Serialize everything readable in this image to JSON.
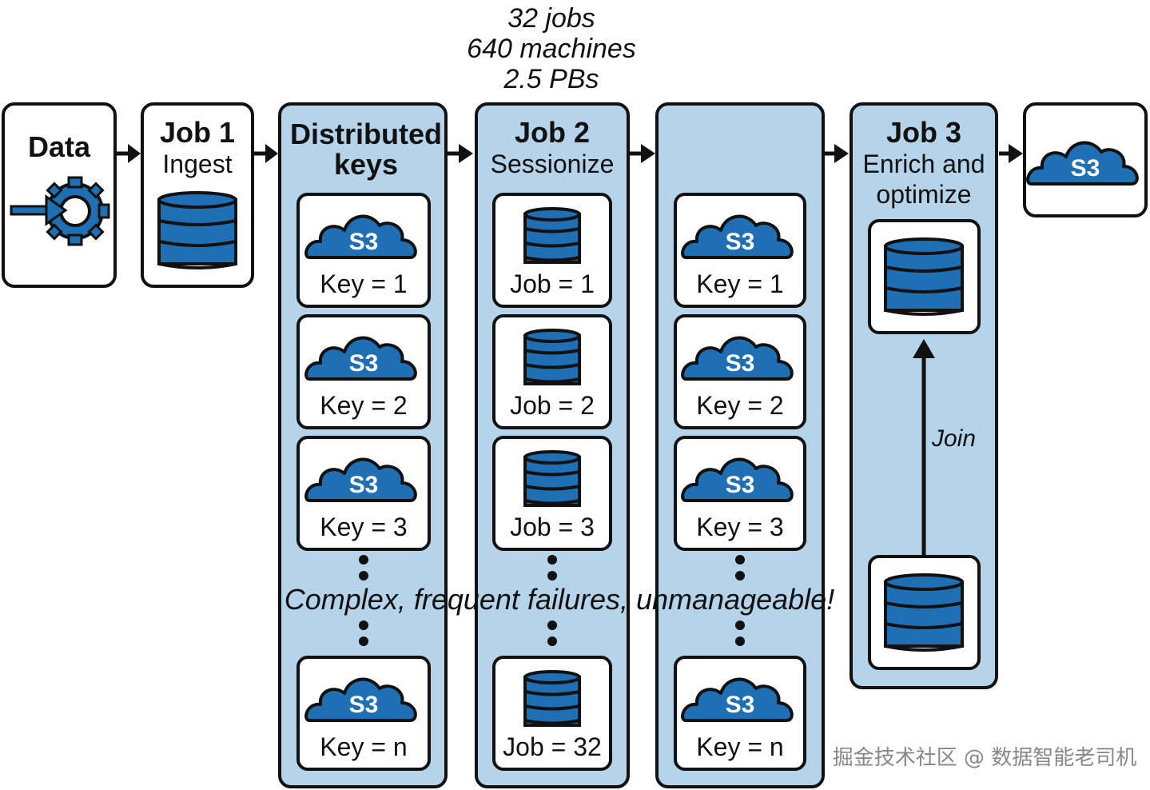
{
  "stats": {
    "jobs": "32 jobs",
    "machines": "640 machines",
    "size": "2.5 PBs"
  },
  "data_box": {
    "label": "Data"
  },
  "job1": {
    "title": "Job 1",
    "subtitle": "Ingest"
  },
  "distributed_keys": {
    "title_line1": "Distributed",
    "title_line2": "keys",
    "items": [
      {
        "s3": "S3",
        "label": "Key = 1"
      },
      {
        "s3": "S3",
        "label": "Key = 2"
      },
      {
        "s3": "S3",
        "label": "Key = 3"
      },
      {
        "s3": "S3",
        "label": "Key = n"
      }
    ]
  },
  "job2": {
    "title": "Job 2",
    "subtitle": "Sessionize",
    "items": [
      {
        "label": "Job = 1"
      },
      {
        "label": "Job = 2"
      },
      {
        "label": "Job = 3"
      },
      {
        "label": "Job = 32"
      }
    ]
  },
  "output_keys": {
    "items": [
      {
        "s3": "S3",
        "label": "Key = 1"
      },
      {
        "s3": "S3",
        "label": "Key = 2"
      },
      {
        "s3": "S3",
        "label": "Key = 3"
      },
      {
        "s3": "S3",
        "label": "Key = n"
      }
    ]
  },
  "job3": {
    "title": "Job 3",
    "subtitle_line1": "Enrich and",
    "subtitle_line2": "optimize",
    "join_label": "Join"
  },
  "final": {
    "s3": "S3"
  },
  "failure_note": "Complex, frequent failures, unmanageable!",
  "watermark": "掘金技术社区 @ 数据智能老司机",
  "colors": {
    "panel_fill": "#b5d4ea",
    "cloud_blue": "#1f6fb5",
    "db_blue": "#1f6fb5",
    "stroke": "#111111"
  }
}
